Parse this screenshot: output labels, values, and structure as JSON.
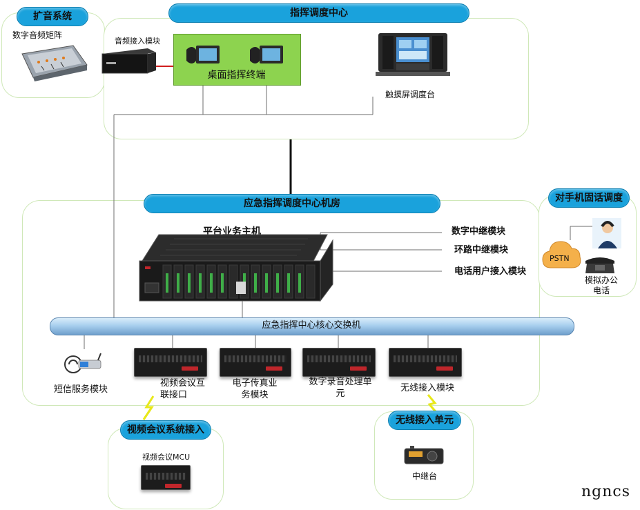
{
  "sections": {
    "broadcast": "扩音系统",
    "command_center": "指挥调度中心",
    "machine_room": "应急指挥调度中心机房",
    "phone_dispatch": "对手机固话调度",
    "video_conf_access": "视频会议系统接入",
    "wireless_unit": "无线接入单元"
  },
  "labels": {
    "digital_audio_matrix": "数字音频矩阵",
    "audio_access_module": "音频接入模块",
    "desktop_terminal": "桌面指挥终端",
    "touchscreen_console": "触摸屏调度台",
    "platform_host": "平台业务主机",
    "digital_trunk": "数字中继模块",
    "loop_trunk": "环路中继模块",
    "phone_user_access": "电话用户接入模块",
    "pstn": "PSTN",
    "analog_phone": "模拟办公电话",
    "core_switch": "应急指挥中心核心交换机",
    "sms_module": "短信服务模块",
    "video_interconnect": "视频会议互联接口",
    "fax_module": "电子传真业务模块",
    "recording_unit": "数字录音处理单元",
    "wireless_module": "无线接入模块",
    "video_mcu": "视频会议MCU",
    "relay_station": "中继台"
  },
  "watermark": "ngncs",
  "colors": {
    "pill": "#1aa2dc",
    "panel_border": "#cfe8b8",
    "terminal_box": "#8dd34f",
    "accent_red": "#c0262b",
    "lightning": "#e8e81a"
  }
}
